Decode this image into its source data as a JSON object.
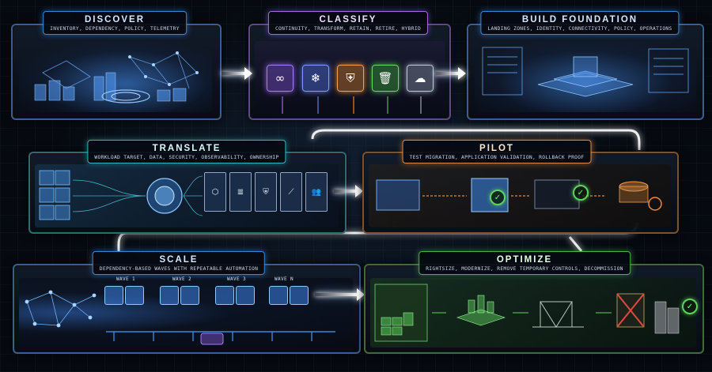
{
  "stages": [
    {
      "id": "discover",
      "title": "DISCOVER",
      "subtitle": "INVENTORY, DEPENDENCY, POLICY, TELEMETRY"
    },
    {
      "id": "classify",
      "title": "CLASSIFY",
      "subtitle": "CONTINUITY, TRANSFORM, RETAIN, RETIRE, HYBRID"
    },
    {
      "id": "build",
      "title": "BUILD FOUNDATION",
      "subtitle": "LANDING ZONES, IDENTITY, CONNECTIVITY, POLICY, OPERATIONS"
    },
    {
      "id": "translate",
      "title": "TRANSLATE",
      "subtitle": "WORKLOAD TARGET, DATA, SECURITY, OBSERVABILITY, OWNERSHIP"
    },
    {
      "id": "pilot",
      "title": "PILOT",
      "subtitle": "TEST MIGRATION, APPLICATION VALIDATION, ROLLBACK PROOF"
    },
    {
      "id": "scale",
      "title": "SCALE",
      "subtitle": "DEPENDENCY-BASED WAVES WITH REPEATABLE AUTOMATION"
    },
    {
      "id": "optimize",
      "title": "OPTIMIZE",
      "subtitle": "RIGHTSIZE, MODERNIZE, REMOVE TEMPORARY CONTROLS, DECOMMISSION"
    }
  ],
  "classify_cubes": [
    {
      "icon": "infinity-icon",
      "glyph": "∞",
      "color": "#8f5fe0"
    },
    {
      "icon": "gear-icon",
      "glyph": "❄",
      "color": "#5d7fe8"
    },
    {
      "icon": "shield-icon",
      "glyph": "⛨",
      "color": "#e0882e"
    },
    {
      "icon": "trash-icon",
      "glyph": "🗑",
      "color": "#4fb84f"
    },
    {
      "icon": "cloud-icon",
      "glyph": "☁",
      "color": "#9aa6b6"
    }
  ],
  "translate_icons": [
    {
      "icon": "cube-icon",
      "glyph": "⬡"
    },
    {
      "icon": "database-icon",
      "glyph": "≣"
    },
    {
      "icon": "shield-icon",
      "glyph": "⛨"
    },
    {
      "icon": "chart-icon",
      "glyph": "⟋"
    },
    {
      "icon": "users-icon",
      "glyph": "👥"
    }
  ],
  "waves": [
    {
      "label": "WAVE 1"
    },
    {
      "label": "WAVE 2"
    },
    {
      "label": "WAVE 3"
    },
    {
      "label": "WAVE N"
    }
  ],
  "colors": {
    "blue": "#3d86d8",
    "purple": "#9c6ae0",
    "teal": "#2fb6b8",
    "orange": "#e08a3c",
    "green": "#4fb04f"
  }
}
